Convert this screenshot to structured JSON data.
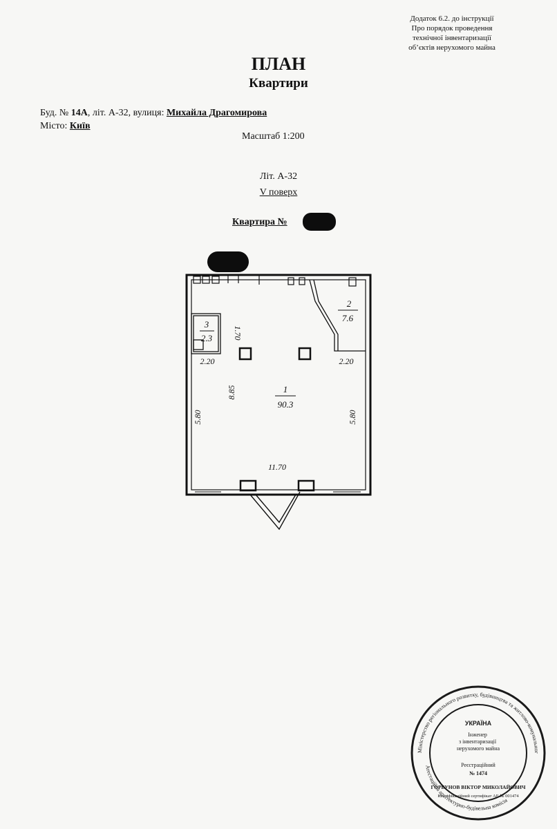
{
  "appendix_note": [
    "Додаток 6.2. до інструкції",
    "Про порядок проведення",
    "технічної інвентаризації",
    "об’єктів нерухомого майна"
  ],
  "title": "ПЛАН",
  "subtitle": "Квартири",
  "address": {
    "building_prefix": "Буд. №",
    "building_number": "14А",
    "building_mid": ", літ. А-32, вулиця:",
    "street": "Михайла Драгомирова",
    "city_label": "Місто:",
    "city": "Київ"
  },
  "scale": "Масштаб 1:200",
  "letter": "Літ. А-32",
  "floor": "V поверх",
  "apartment_label": "Квартира №",
  "rooms": [
    {
      "number": "1",
      "area": "90.3"
    },
    {
      "number": "2",
      "area": "7.6"
    },
    {
      "number": "3",
      "area": "2.3"
    }
  ],
  "dimensions": {
    "room3_height": "1.70",
    "left_bottom_width": "2.20",
    "right_bottom_width": "2.20",
    "inner_height": "8.85",
    "left_wall": "5.80",
    "right_wall": "5.80",
    "bottom_width": "11.70"
  },
  "stamp": {
    "ring_top": "Міністерство регіонального розвитку, будівництва та житлово-комунального господарства України",
    "ring_bottom": "Атестаційна архітектурно-будівельна комісія",
    "country": "УКРАЇНА",
    "role": "Інженер з інвентаризації нерухомого майна",
    "reg_label": "Реєстраційний",
    "reg_number": "№ 1474",
    "name": "ГОРБУНОВ ВІКТОР МИКОЛАЙОВИЧ",
    "cert": "Кваліфікаційний сертифікат АЕ № 001474"
  },
  "colors": {
    "ink": "#111111",
    "stamp": "#1a1a1a",
    "paper": "#f7f7f5",
    "redaction": "#0d0d0d"
  }
}
